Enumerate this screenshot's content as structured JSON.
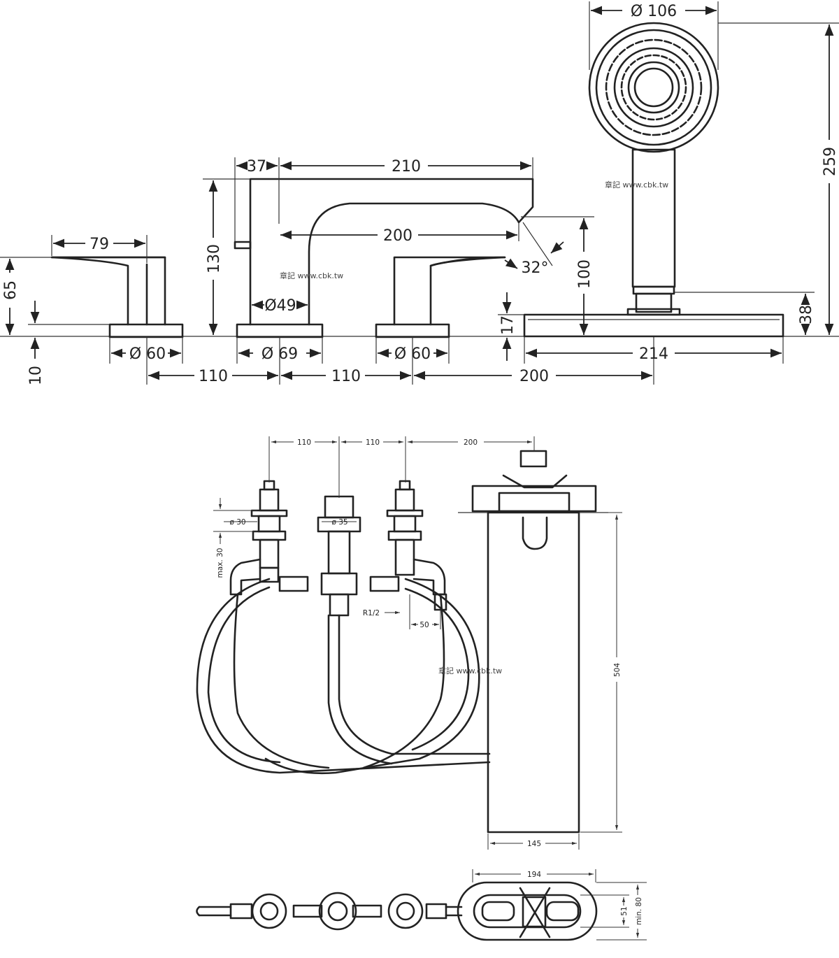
{
  "elevation": {
    "dims": {
      "handle_width": "79",
      "handle_height": "65",
      "rosette_thickness": "10",
      "base_dia_left": "Ø 60",
      "spout_offset": "37",
      "spout_reach": "210",
      "spout_height": "130",
      "spout_inner_reach": "200",
      "spout_dia": "Ø49",
      "base_dia_mid": "Ø 69",
      "base_dia_right": "Ø 60",
      "angle": "32°",
      "outlet_height": "100",
      "base_height": "17",
      "spacing_a": "110",
      "spacing_b": "110",
      "spacing_c": "200",
      "shower_dia": "Ø 106",
      "shower_height": "259",
      "holder_height": "38",
      "plate_width": "214"
    },
    "watermark": "章記 www.cbk.tw"
  },
  "installation": {
    "dims": {
      "top_a": "110",
      "top_b": "110",
      "top_c": "200",
      "dia_30": "ø 30",
      "dia_35": "ø 35",
      "max_30": "max. 30",
      "thread": "R1/2",
      "offset_50": "50",
      "depth_504": "504",
      "width_145": "145"
    },
    "watermark": "章記 www.cbk.tw"
  },
  "plan": {
    "dims": {
      "width_194": "194",
      "height_51": "51",
      "min_80": "min. 80"
    }
  }
}
